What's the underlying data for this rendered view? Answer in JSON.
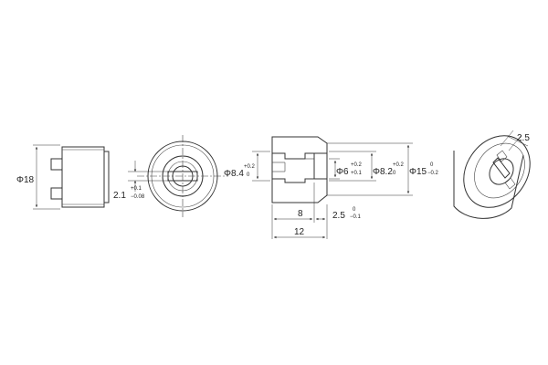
{
  "drawing": {
    "type": "technical drawing",
    "views": [
      "side",
      "front",
      "section",
      "isometric"
    ]
  },
  "dimensions": {
    "side_dia": "Φ18",
    "front_offset": "2.1",
    "front_offset_tol_upper": "+0.1",
    "front_offset_tol_lower": "−0.08",
    "sec_dia_84": "Φ8.4",
    "sec_dia_84_tol_upper": "+0.2",
    "sec_dia_84_tol_lower": "0",
    "sec_dia_6": "Φ6",
    "sec_dia_6_tol_upper": "+0.2",
    "sec_dia_6_tol_lower": "+0.1",
    "sec_dia_82": "Φ8.2",
    "sec_dia_82_tol_upper": "+0.2",
    "sec_dia_82_tol_lower": "0",
    "sec_dia_15": "Φ15",
    "sec_dia_15_tol_upper": "0",
    "sec_dia_15_tol_lower": "−0.2",
    "len_8": "8",
    "len_25": "2.5",
    "len_25_tol_upper": "0",
    "len_25_tol_lower": "−0.1",
    "len_12": "12",
    "iso_slot": "2.5"
  },
  "colors": {
    "line": "#333333",
    "hatch": "#555555",
    "background": "#ffffff"
  }
}
